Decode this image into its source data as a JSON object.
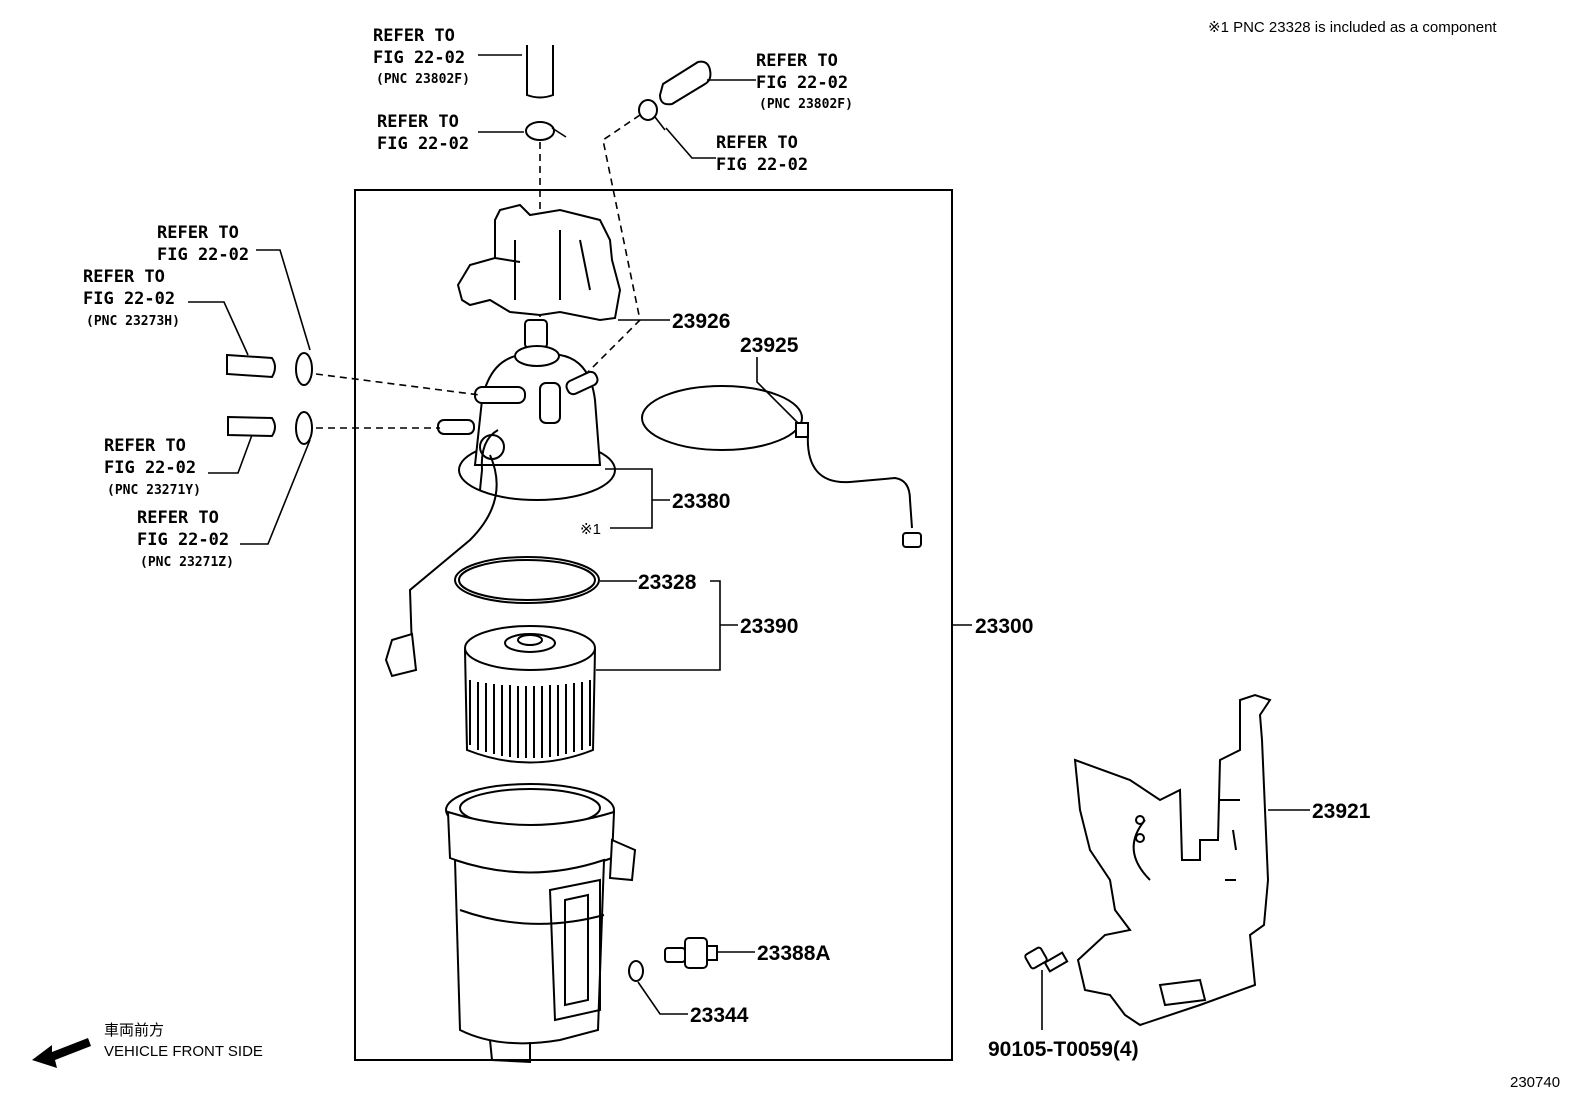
{
  "note": "※1  PNC 23328 is included as a component",
  "diagram_id": "230740",
  "front": {
    "jp": "車両前方",
    "en": "VEHICLE FRONT SIDE"
  },
  "refs": {
    "top_hose": {
      "l1": "REFER TO",
      "l2": "FIG 22-02",
      "l3": "(PNC 23802F)"
    },
    "top_clamp": {
      "l1": "REFER TO",
      "l2": "FIG 22-02"
    },
    "right_hose": {
      "l1": "REFER TO",
      "l2": "FIG 22-02",
      "l3": "(PNC 23802F)"
    },
    "right_clamp": {
      "l1": "REFER TO",
      "l2": "FIG 22-02"
    },
    "left_clamp_a": {
      "l1": "REFER TO",
      "l2": "FIG 22-02"
    },
    "left_hose_a": {
      "l1": "REFER TO",
      "l2": "FIG 22-02",
      "l3": "(PNC 23273H)"
    },
    "left_hose_b": {
      "l1": "REFER TO",
      "l2": "FIG 22-02",
      "l3": "(PNC 23271Y)"
    },
    "left_clamp_b": {
      "l1": "REFER TO",
      "l2": "FIG 22-02",
      "l3": "(PNC 23271Z)"
    }
  },
  "parts": {
    "p23926": "23926",
    "p23925": "23925",
    "p23380": "23380",
    "star1": "※1",
    "p23328": "23328",
    "p23390": "23390",
    "p23300": "23300",
    "p23921": "23921",
    "p23388a": "23388A",
    "p23344": "23344",
    "p90105": "90105-T0059(4)"
  }
}
